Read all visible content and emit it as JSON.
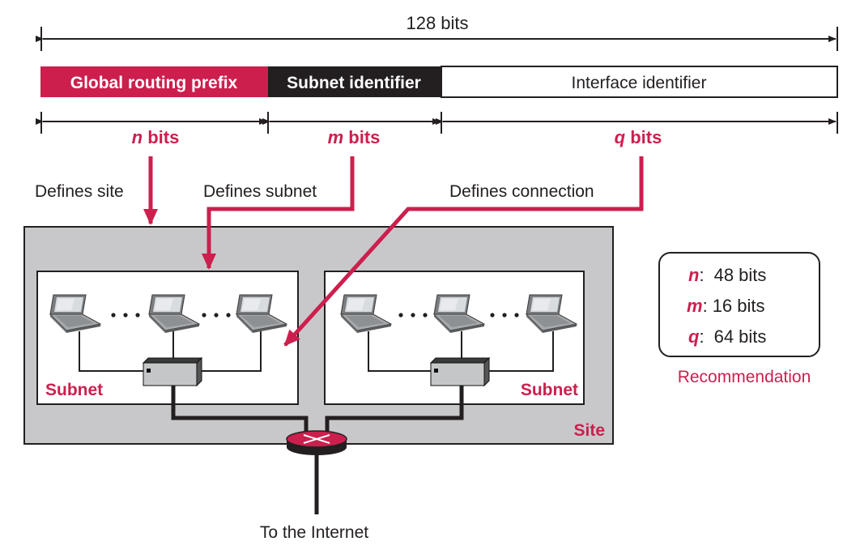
{
  "colors": {
    "accent": "#cc1f4e",
    "dark": "#231f20",
    "site_fill": "#c8c8ca",
    "white": "#ffffff"
  },
  "total_bits_label": "128 bits",
  "fields": {
    "global": "Global routing prefix",
    "subnet": "Subnet identifier",
    "interface": "Interface identifier"
  },
  "bit_labels": {
    "n_var": "n",
    "m_var": "m",
    "q_var": "q",
    "suffix": " bits"
  },
  "defines": {
    "site": "Defines site",
    "subnet": "Defines subnet",
    "connection": "Defines connection"
  },
  "labels": {
    "subnet_left": "Subnet",
    "subnet_right": "Subnet",
    "site": "Site",
    "internet": "To the Internet",
    "recommendation": "Recommendation"
  },
  "recommendation_rows": [
    {
      "var": "n",
      "sep": ":",
      "value": "48 bits"
    },
    {
      "var": "m",
      "sep": ":",
      "value": "16 bits"
    },
    {
      "var": "q",
      "sep": ":",
      "value": "64 bits"
    }
  ],
  "icons": {
    "laptop": "laptop-icon",
    "switch": "switch-icon",
    "router": "router-icon"
  }
}
